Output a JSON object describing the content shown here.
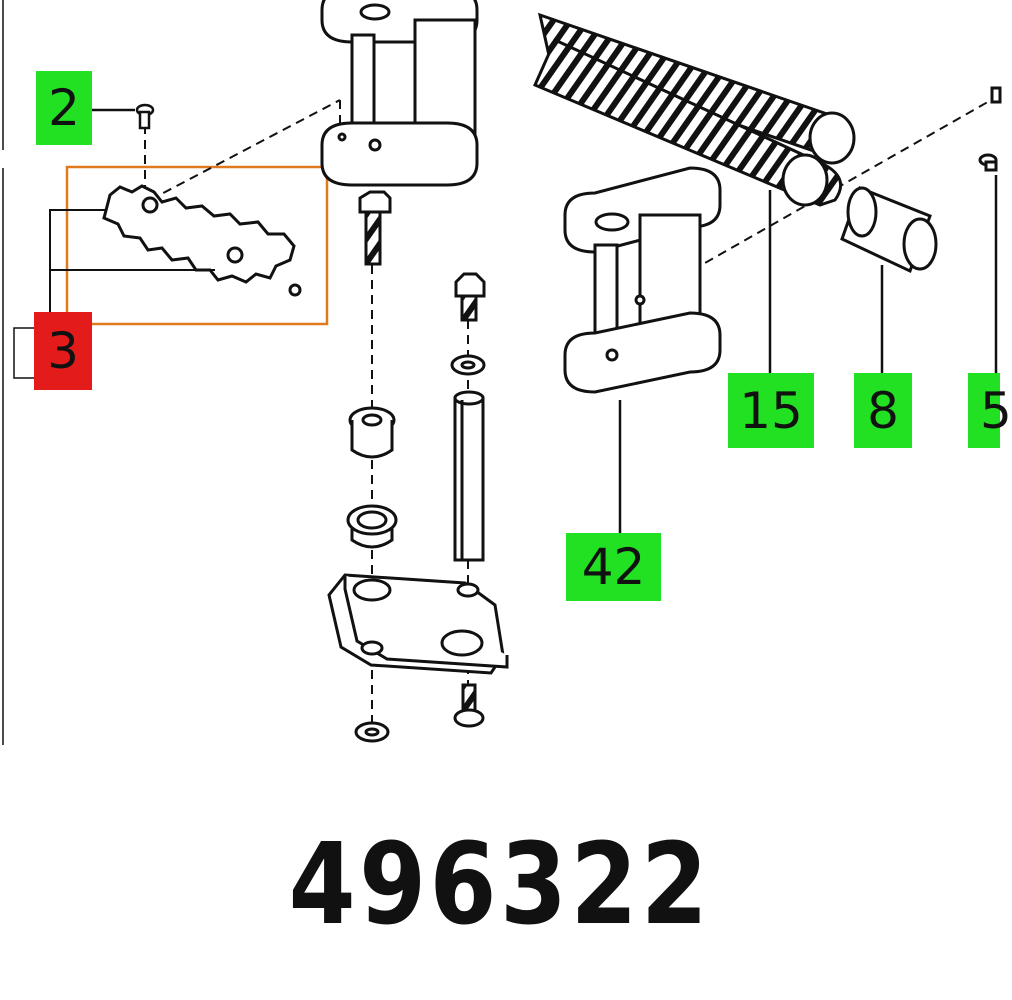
{
  "part_number": "496322",
  "callouts": [
    {
      "id": "2",
      "label": "2",
      "state": "normal"
    },
    {
      "id": "3",
      "label": "3",
      "state": "selected"
    },
    {
      "id": "15",
      "label": "15",
      "state": "normal"
    },
    {
      "id": "8",
      "label": "8",
      "state": "normal"
    },
    {
      "id": "5",
      "label": "5",
      "state": "normal"
    },
    {
      "id": "42",
      "label": "42",
      "state": "normal"
    }
  ],
  "colors": {
    "callout_normal": "#22e022",
    "callout_selected": "#e41b1b",
    "highlight_frame": "#e07a1f",
    "line": "#111111",
    "background": "#ffffff"
  }
}
